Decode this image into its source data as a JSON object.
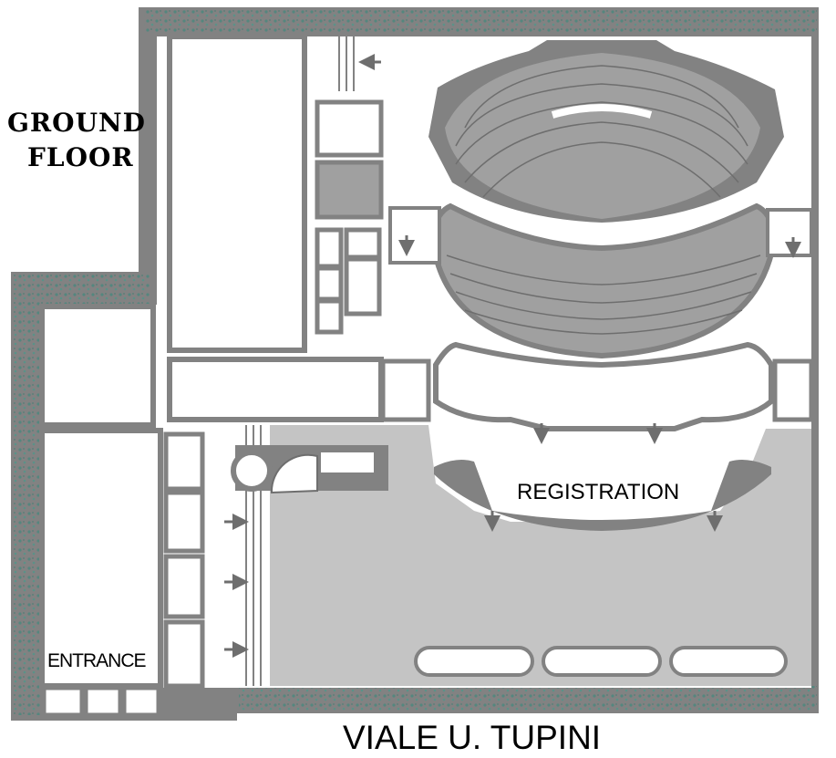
{
  "map": {
    "floor_title_line1": "GROUND",
    "floor_title_line2": "FLOOR",
    "entrance": "ENTRANCE",
    "registration": "REGISTRATION",
    "street": "VIALE U. TUPINI"
  },
  "colors": {
    "wall": "#828282",
    "floor_fill": "#c4c4c4",
    "room_fill": "#ffffff",
    "seat_fill": "#a0a0a0",
    "hedge": "#2e8b7a",
    "line": "#6e6e6e"
  },
  "icons": [
    "down-arrow-icon",
    "right-arrow-icon",
    "left-arrow-icon",
    "stairs-icon"
  ]
}
